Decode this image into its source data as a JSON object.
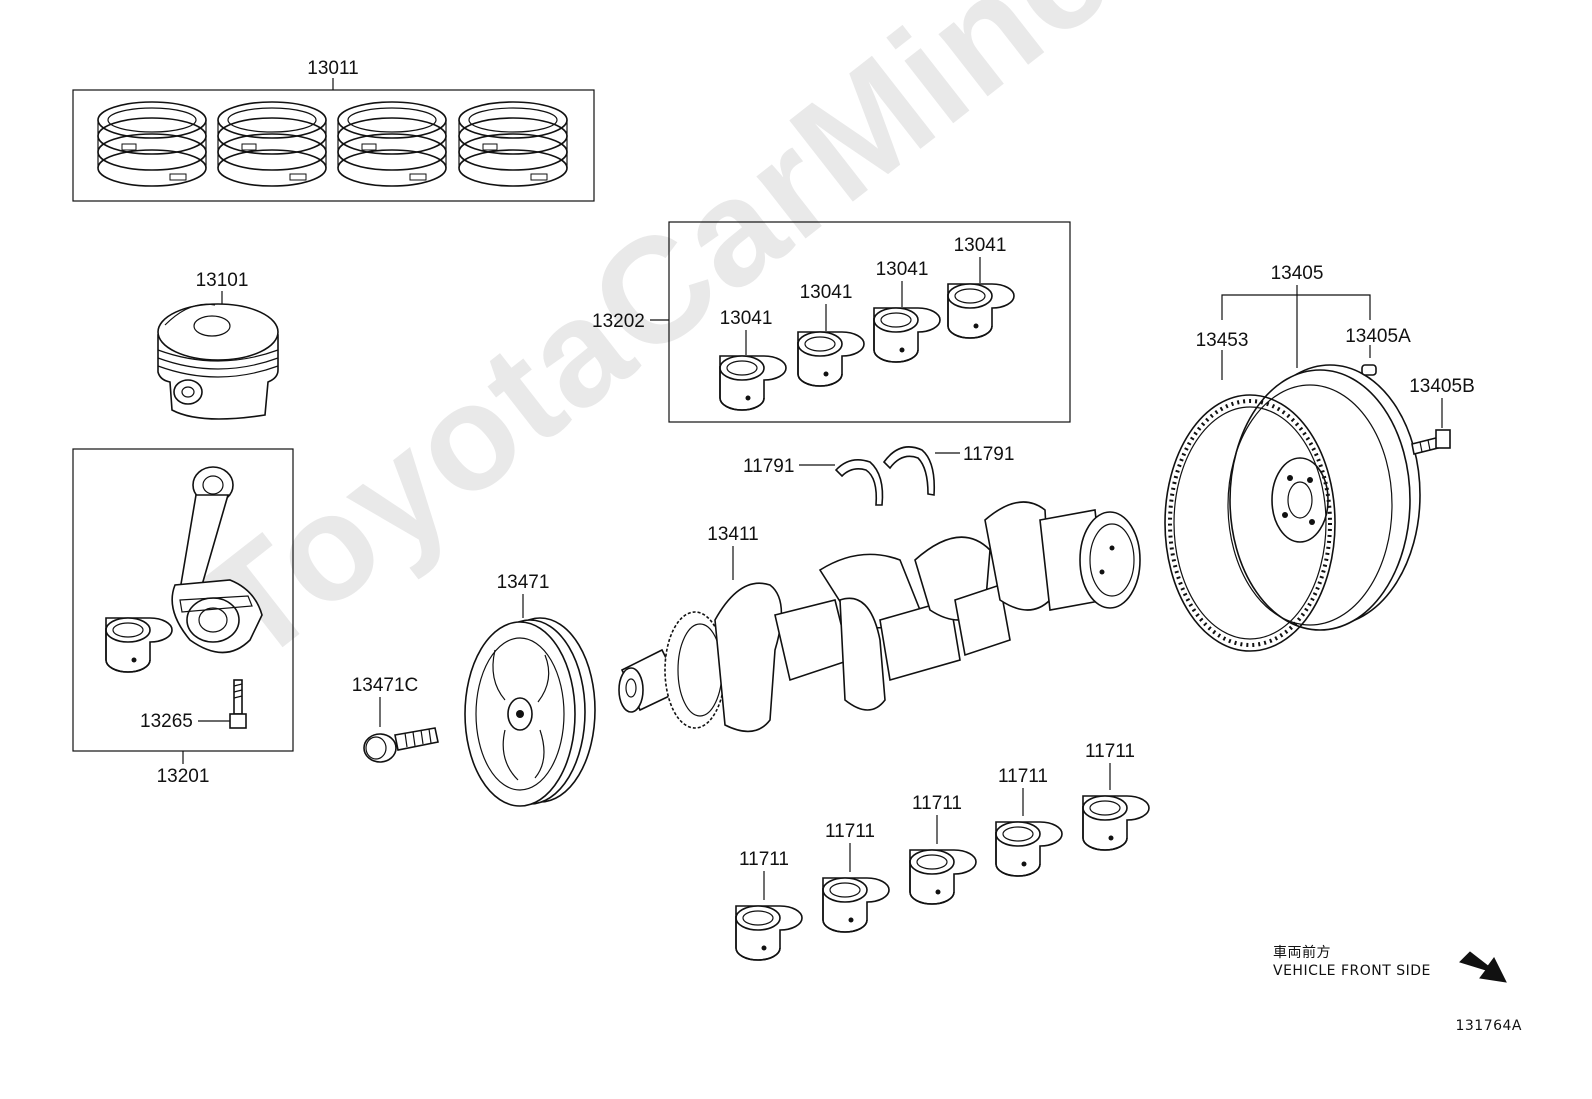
{
  "watermark": "ToyotaCarMine.ru",
  "diagram_id": "131764A",
  "orientation": {
    "jp_label": "車両前方",
    "en_label": "VEHICLE FRONT SIDE",
    "arrow_icon": "arrow-down-right-icon"
  },
  "part_numbers": {
    "piston_ring_set": "13011",
    "piston": "13101",
    "connecting_rod_assy": "13201",
    "connecting_rod_bolt": "13265",
    "conrod_bearing_set": "13202",
    "conrod_bearing": "13041",
    "thrust_washer": "11791",
    "crankshaft": "13411",
    "crank_pulley": "13471",
    "pulley_bolt": "13471C",
    "flywheel_assy": "13405",
    "ring_gear": "13453",
    "flywheel_pin": "13405A",
    "flywheel_bolt": "13405B",
    "main_bearing": "11711"
  }
}
